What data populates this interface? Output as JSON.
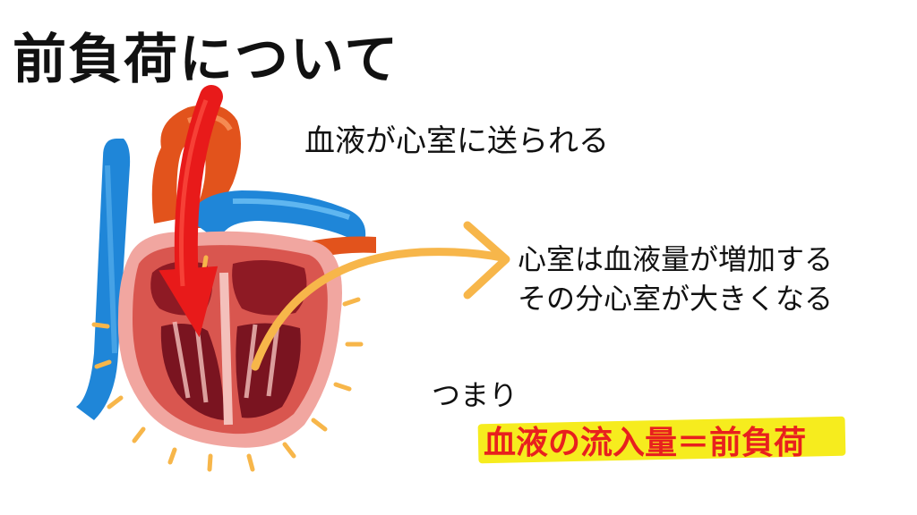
{
  "title": "前負荷について",
  "captions": {
    "top": "血液が心室に送られる",
    "right_line1": "心室は血液量が増加する",
    "right_line2": "その分心室が大きくなる"
  },
  "summary": {
    "lead": "つまり",
    "highlight": "血液の流入量＝前負荷"
  },
  "colors": {
    "highlight_text": "#e8201e",
    "highlight_marker": "#f6ec1e",
    "flow_arrow": "#e81a1a",
    "callout_arrow": "#f7b64a",
    "vein_blue": "#1f86d8",
    "artery_orange": "#e2531c",
    "myocardium": "#d9564f"
  },
  "icons": {
    "heart": "heart-anatomy-illustration",
    "flow_arrow": "red-down-arrow",
    "callout_arrow": "orange-curved-arrow"
  }
}
